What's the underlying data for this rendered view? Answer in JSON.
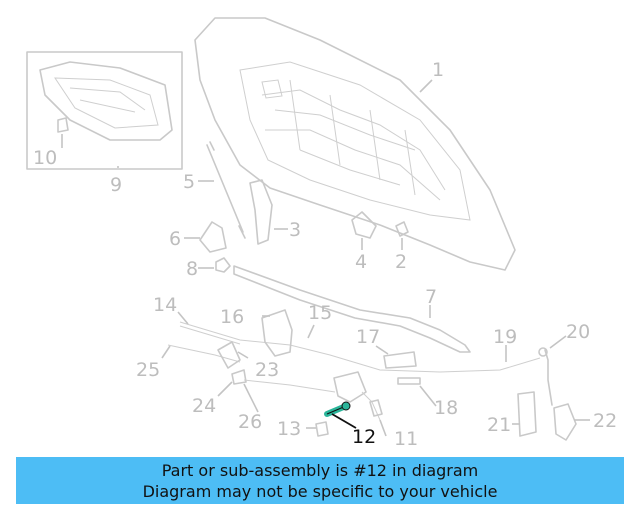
{
  "callouts": [
    {
      "n": "1"
    },
    {
      "n": "2"
    },
    {
      "n": "3"
    },
    {
      "n": "4"
    },
    {
      "n": "5"
    },
    {
      "n": "6"
    },
    {
      "n": "7"
    },
    {
      "n": "8"
    },
    {
      "n": "9"
    },
    {
      "n": "10"
    },
    {
      "n": "11"
    },
    {
      "n": "12"
    },
    {
      "n": "13"
    },
    {
      "n": "14"
    },
    {
      "n": "15"
    },
    {
      "n": "16"
    },
    {
      "n": "17"
    },
    {
      "n": "18"
    },
    {
      "n": "19"
    },
    {
      "n": "20"
    },
    {
      "n": "21"
    },
    {
      "n": "22"
    },
    {
      "n": "23"
    },
    {
      "n": "24"
    },
    {
      "n": "25"
    },
    {
      "n": "26"
    }
  ],
  "highlighted_part": "12",
  "highlight_color": "#2bb59a",
  "caption": {
    "line1": "Part or sub-assembly is #12 in diagram",
    "line2": "Diagram may not be specific to your vehicle",
    "background": "#4dbdf5"
  }
}
